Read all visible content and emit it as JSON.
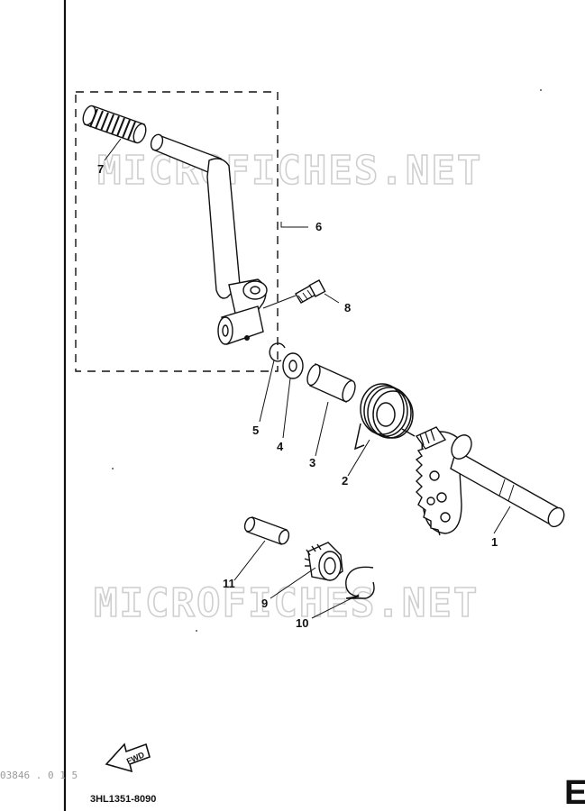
{
  "watermarks": [
    "MICROFICHES.NET",
    "MICROFICHES.NET"
  ],
  "parts": [
    {
      "num": "1",
      "name": "kick-axle"
    },
    {
      "num": "2",
      "name": "torsion-spring"
    },
    {
      "num": "3",
      "name": "spring-guide"
    },
    {
      "num": "4",
      "name": "washer"
    },
    {
      "num": "5",
      "name": "circlip"
    },
    {
      "num": "6",
      "name": "kick-crank-assembly"
    },
    {
      "num": "7",
      "name": "kick-crank-boss"
    },
    {
      "num": "8",
      "name": "bolt"
    },
    {
      "num": "9",
      "name": "kick-gear"
    },
    {
      "num": "10",
      "name": "clip"
    },
    {
      "num": "11",
      "name": "pin"
    }
  ],
  "fwd_label": "FWD",
  "drawing_code": "3HL1351-8090",
  "page_letter": "E",
  "side_code": "03846 . 0 1 5"
}
